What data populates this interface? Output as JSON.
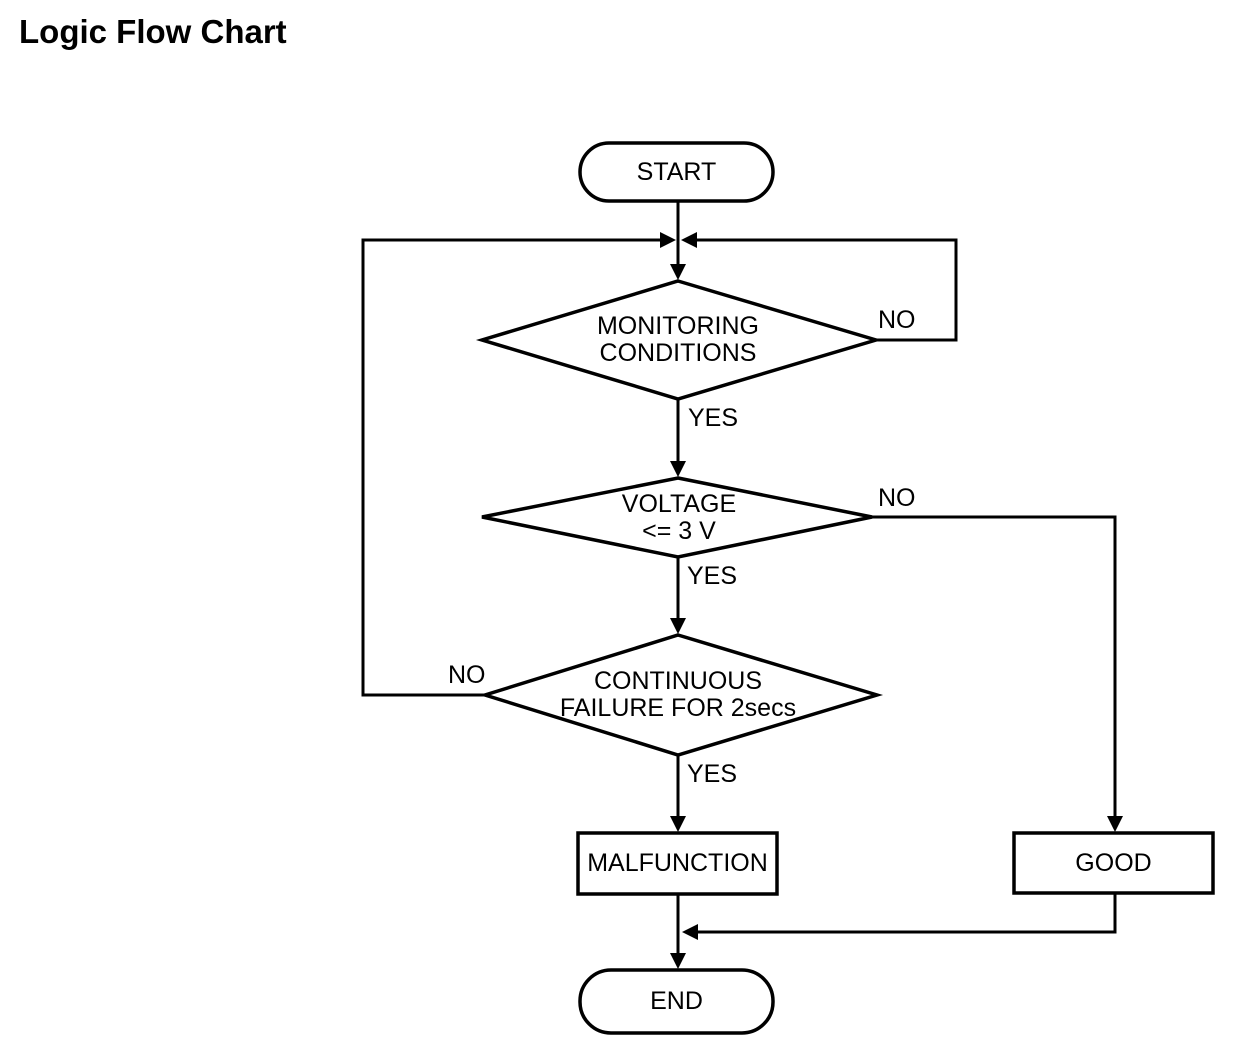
{
  "page": {
    "title": "Logic Flow Chart"
  },
  "flowchart": {
    "nodes": {
      "start": {
        "type": "terminal",
        "label": "START"
      },
      "monitoring": {
        "type": "decision",
        "line1": "MONITORING",
        "line2": "CONDITIONS"
      },
      "voltage": {
        "type": "decision",
        "line1": "VOLTAGE",
        "line2": "<= 3 V"
      },
      "continuous": {
        "type": "decision",
        "line1": "CONTINUOUS",
        "line2": "FAILURE FOR 2secs"
      },
      "malfunction": {
        "type": "process",
        "label": "MALFUNCTION"
      },
      "good": {
        "type": "process",
        "label": "GOOD"
      },
      "end": {
        "type": "terminal",
        "label": "END"
      }
    },
    "edges": {
      "monitoring_no": {
        "label": "NO",
        "from": "monitoring",
        "to": "loop-top-junction"
      },
      "monitoring_yes": {
        "label": "YES",
        "from": "monitoring",
        "to": "voltage"
      },
      "voltage_no": {
        "label": "NO",
        "from": "voltage",
        "to": "good"
      },
      "voltage_yes": {
        "label": "YES",
        "from": "voltage",
        "to": "continuous"
      },
      "continuous_no": {
        "label": "NO",
        "from": "continuous",
        "to": "loop-top-junction"
      },
      "continuous_yes": {
        "label": "YES",
        "from": "continuous",
        "to": "malfunction"
      },
      "malfunction_end": {
        "label": "",
        "from": "malfunction",
        "to": "end"
      },
      "good_end": {
        "label": "",
        "from": "good",
        "to": "end"
      }
    },
    "colors": {
      "line": "#000000",
      "fill": "#ffffff",
      "text": "#000000"
    }
  }
}
